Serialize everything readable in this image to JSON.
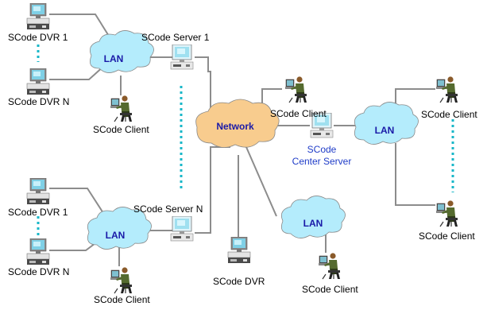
{
  "labels": {
    "lan": "LAN",
    "network": "Network",
    "dvr_1": "SCode DVR 1",
    "dvr_n": "SCode DVR N",
    "dvr": "SCode DVR",
    "client": "SCode Client",
    "server_1": "SCode Server 1",
    "server_n": "SCode Server N",
    "center_server_line1": "SCode",
    "center_server_line2": "Center Server"
  },
  "colors": {
    "line": "#8c8c8c",
    "dotted": "#19b7c8",
    "lan_cloud": "#b4ecfc",
    "network_cloud": "#f8cc8e",
    "cloud_text": "#1a1aa8",
    "center_text": "#1f3cc8"
  }
}
